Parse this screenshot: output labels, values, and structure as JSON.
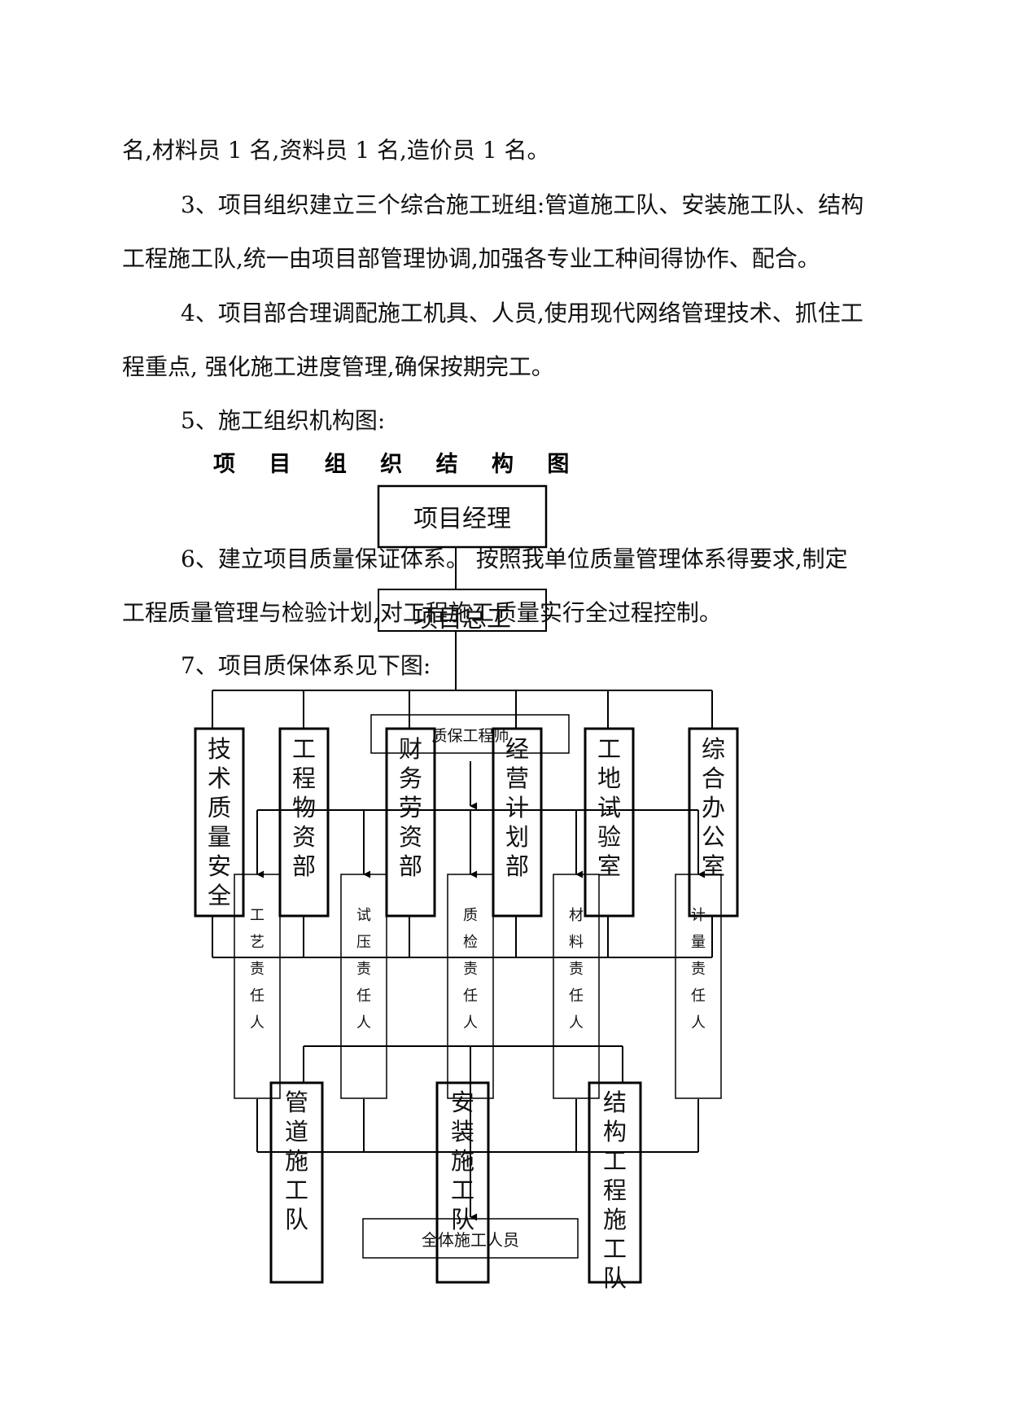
{
  "document": {
    "paragraphs": [
      "名,材料员 1 名,资料员 1 名,造价员 1 名。",
      "3、项目组织建立三个综合施工班组:管道施工队、安装施工队、结构",
      "工程施工队,统一由项目部管理协调,加强各专业工种间得协作、配合。",
      "4、项目部合理调配施工机具、人员,使用现代网络管理技术、抓住工",
      "程重点, 强化施工进度管理,确保按期完工。",
      "5、施工组织机构图:"
    ],
    "chart_heading": "项 目 组 织 结 构 图",
    "overlap_paragraphs": [
      "6、建立项目质量保证体系。 按照我单位质量管理体系得要求,制定",
      "工程质量管理与检验计划,对工程施工质量实行全过程控制。",
      "7、项目质保体系见下图:"
    ]
  },
  "org_chart": {
    "manager": "项目经理",
    "chief_engineer": "项目总工",
    "qa_engineer": "质保工程师",
    "departments": [
      "技术质量安全",
      "工程物资部",
      "财务劳资部",
      "经营计划部",
      "工地试验室",
      "综合办公室"
    ],
    "responsible_persons": [
      "工艺责任人",
      "试压责任人",
      "质检责任人",
      "材料责任人",
      "计量责任人"
    ],
    "teams": [
      "管道施工队",
      "安装施工队",
      "结构工程施工队"
    ],
    "all_staff": "全体施工人员"
  }
}
